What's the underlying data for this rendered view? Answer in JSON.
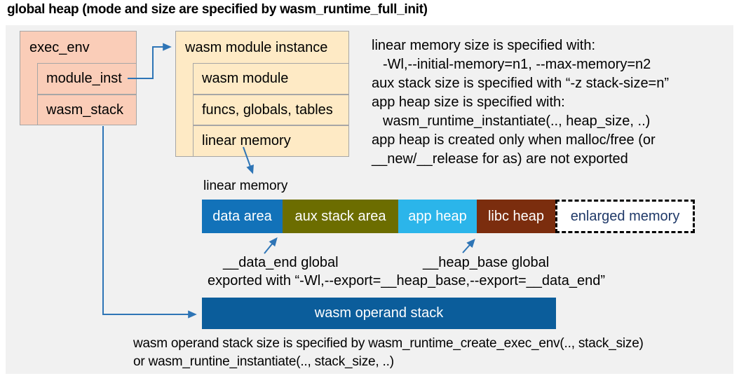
{
  "title": "global heap (mode and size are specified by wasm_runtime_full_init)",
  "exec_env": {
    "header": "exec_env",
    "rows": [
      {
        "label": "module_inst"
      },
      {
        "label": "wasm_stack"
      }
    ]
  },
  "module_instance": {
    "header": "wasm module instance",
    "rows": [
      {
        "label": "wasm module"
      },
      {
        "label": "funcs, globals, tables"
      },
      {
        "label": "linear memory"
      }
    ]
  },
  "right_notes": {
    "lines": [
      {
        "text": "linear memory size is specified with:"
      },
      {
        "text": "-Wl,--initial-memory=n1, --max-memory=n2"
      },
      {
        "text": "aux stack size is specified with “-z stack-size=n”"
      },
      {
        "text": "app heap size is specified with:"
      },
      {
        "text": "wasm_runtime_instantiate(.., heap_size, ..)"
      },
      {
        "text": "app heap is created only when malloc/free (or"
      },
      {
        "text": "__new/__release for as) are not exported"
      }
    ]
  },
  "linear_memory": {
    "label": "linear memory",
    "segments": [
      {
        "label": "data area",
        "color": "#1272B9",
        "text_color": "#FFFFFF"
      },
      {
        "label": "aux stack area",
        "color": "#6C6D00",
        "text_color": "#FFFFFF"
      },
      {
        "label": "app heap",
        "color": "#2BB5EA",
        "text_color": "#FFFFFF"
      },
      {
        "label": "libc heap",
        "color": "#7B2D0E",
        "text_color": "#FFFFFF"
      },
      {
        "label": "enlarged memory",
        "color": "#FFFFFF",
        "text_color": "#1F3968"
      }
    ],
    "data_end_label": "__data_end global",
    "heap_base_label": "__heap_base global",
    "export_note": "exported with “-Wl,--export=__heap_base,--export=__data_end”"
  },
  "operand_stack": {
    "label": "wasm operand stack",
    "notes": [
      "wasm operand stack size is specified by wasm_runtime_create_exec_env(.., stack_size)",
      "or wasm_runtine_instantiate(.., stack_size, ..)"
    ]
  },
  "colors": {
    "panel_bg": "#F1F1F1",
    "exec_env_fill": "#FACDB8",
    "module_instance_fill": "#FEEAC5",
    "box_border": "#A6A6A6",
    "arrow": "#2E75B6",
    "operand_stack_fill": "#0B5D9B",
    "enlarged_memory_text": "#1F3968"
  }
}
